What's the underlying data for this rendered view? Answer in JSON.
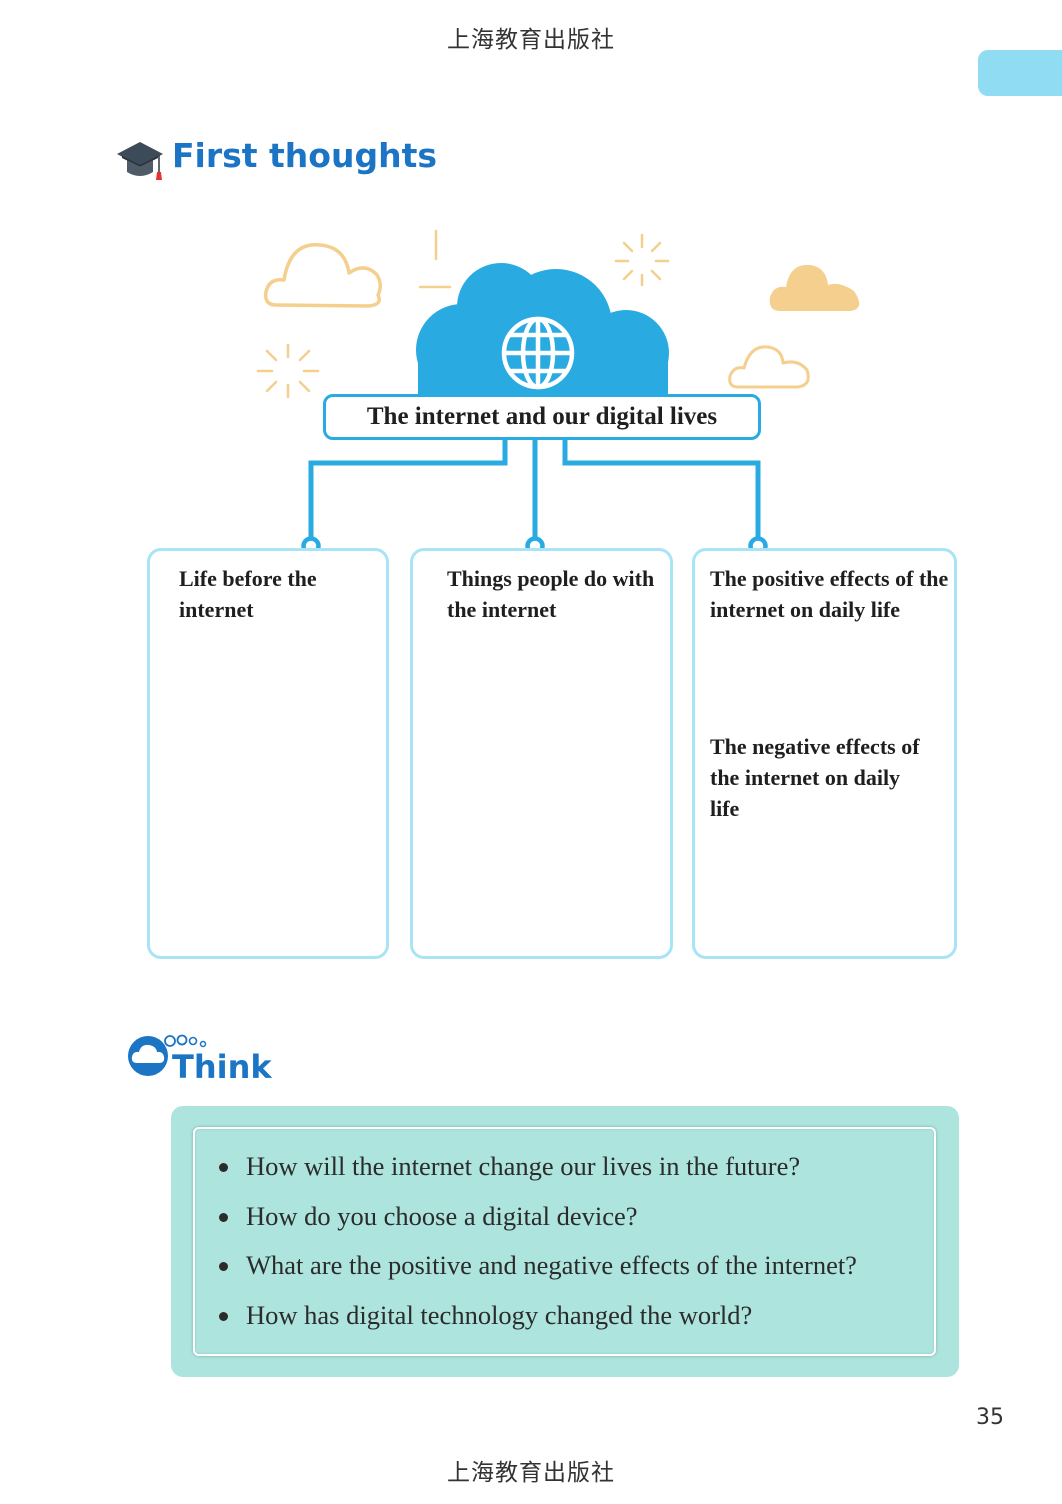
{
  "publisher": "上海教育出版社",
  "first_thoughts": {
    "title": "First thoughts",
    "center_label": "The internet and our digital lives",
    "boxes": [
      {
        "label": "Life before the internet"
      },
      {
        "label": "Things people do with the internet"
      },
      {
        "label": "The positive effects of the internet on daily life",
        "label2": "The negative effects of the internet on daily life"
      }
    ]
  },
  "think": {
    "title": "Think",
    "questions": [
      "How will the internet change our lives in the future?",
      "How do you choose a digital device?",
      "What are the positive and negative effects of the internet?",
      "How has digital technology changed the world?"
    ]
  },
  "page_number": "35",
  "colors": {
    "title_blue": "#1b74c4",
    "cloud_blue": "#29abe2",
    "box_border": "#a8e4f5",
    "cloud_sand": "#f4cf8d",
    "think_bg": "#ade4de",
    "tab": "#8fdcf3"
  },
  "icons": {
    "first_thoughts": "graduation-cap-icon",
    "think": "thought-bubble-icon",
    "center": "globe-icon"
  }
}
